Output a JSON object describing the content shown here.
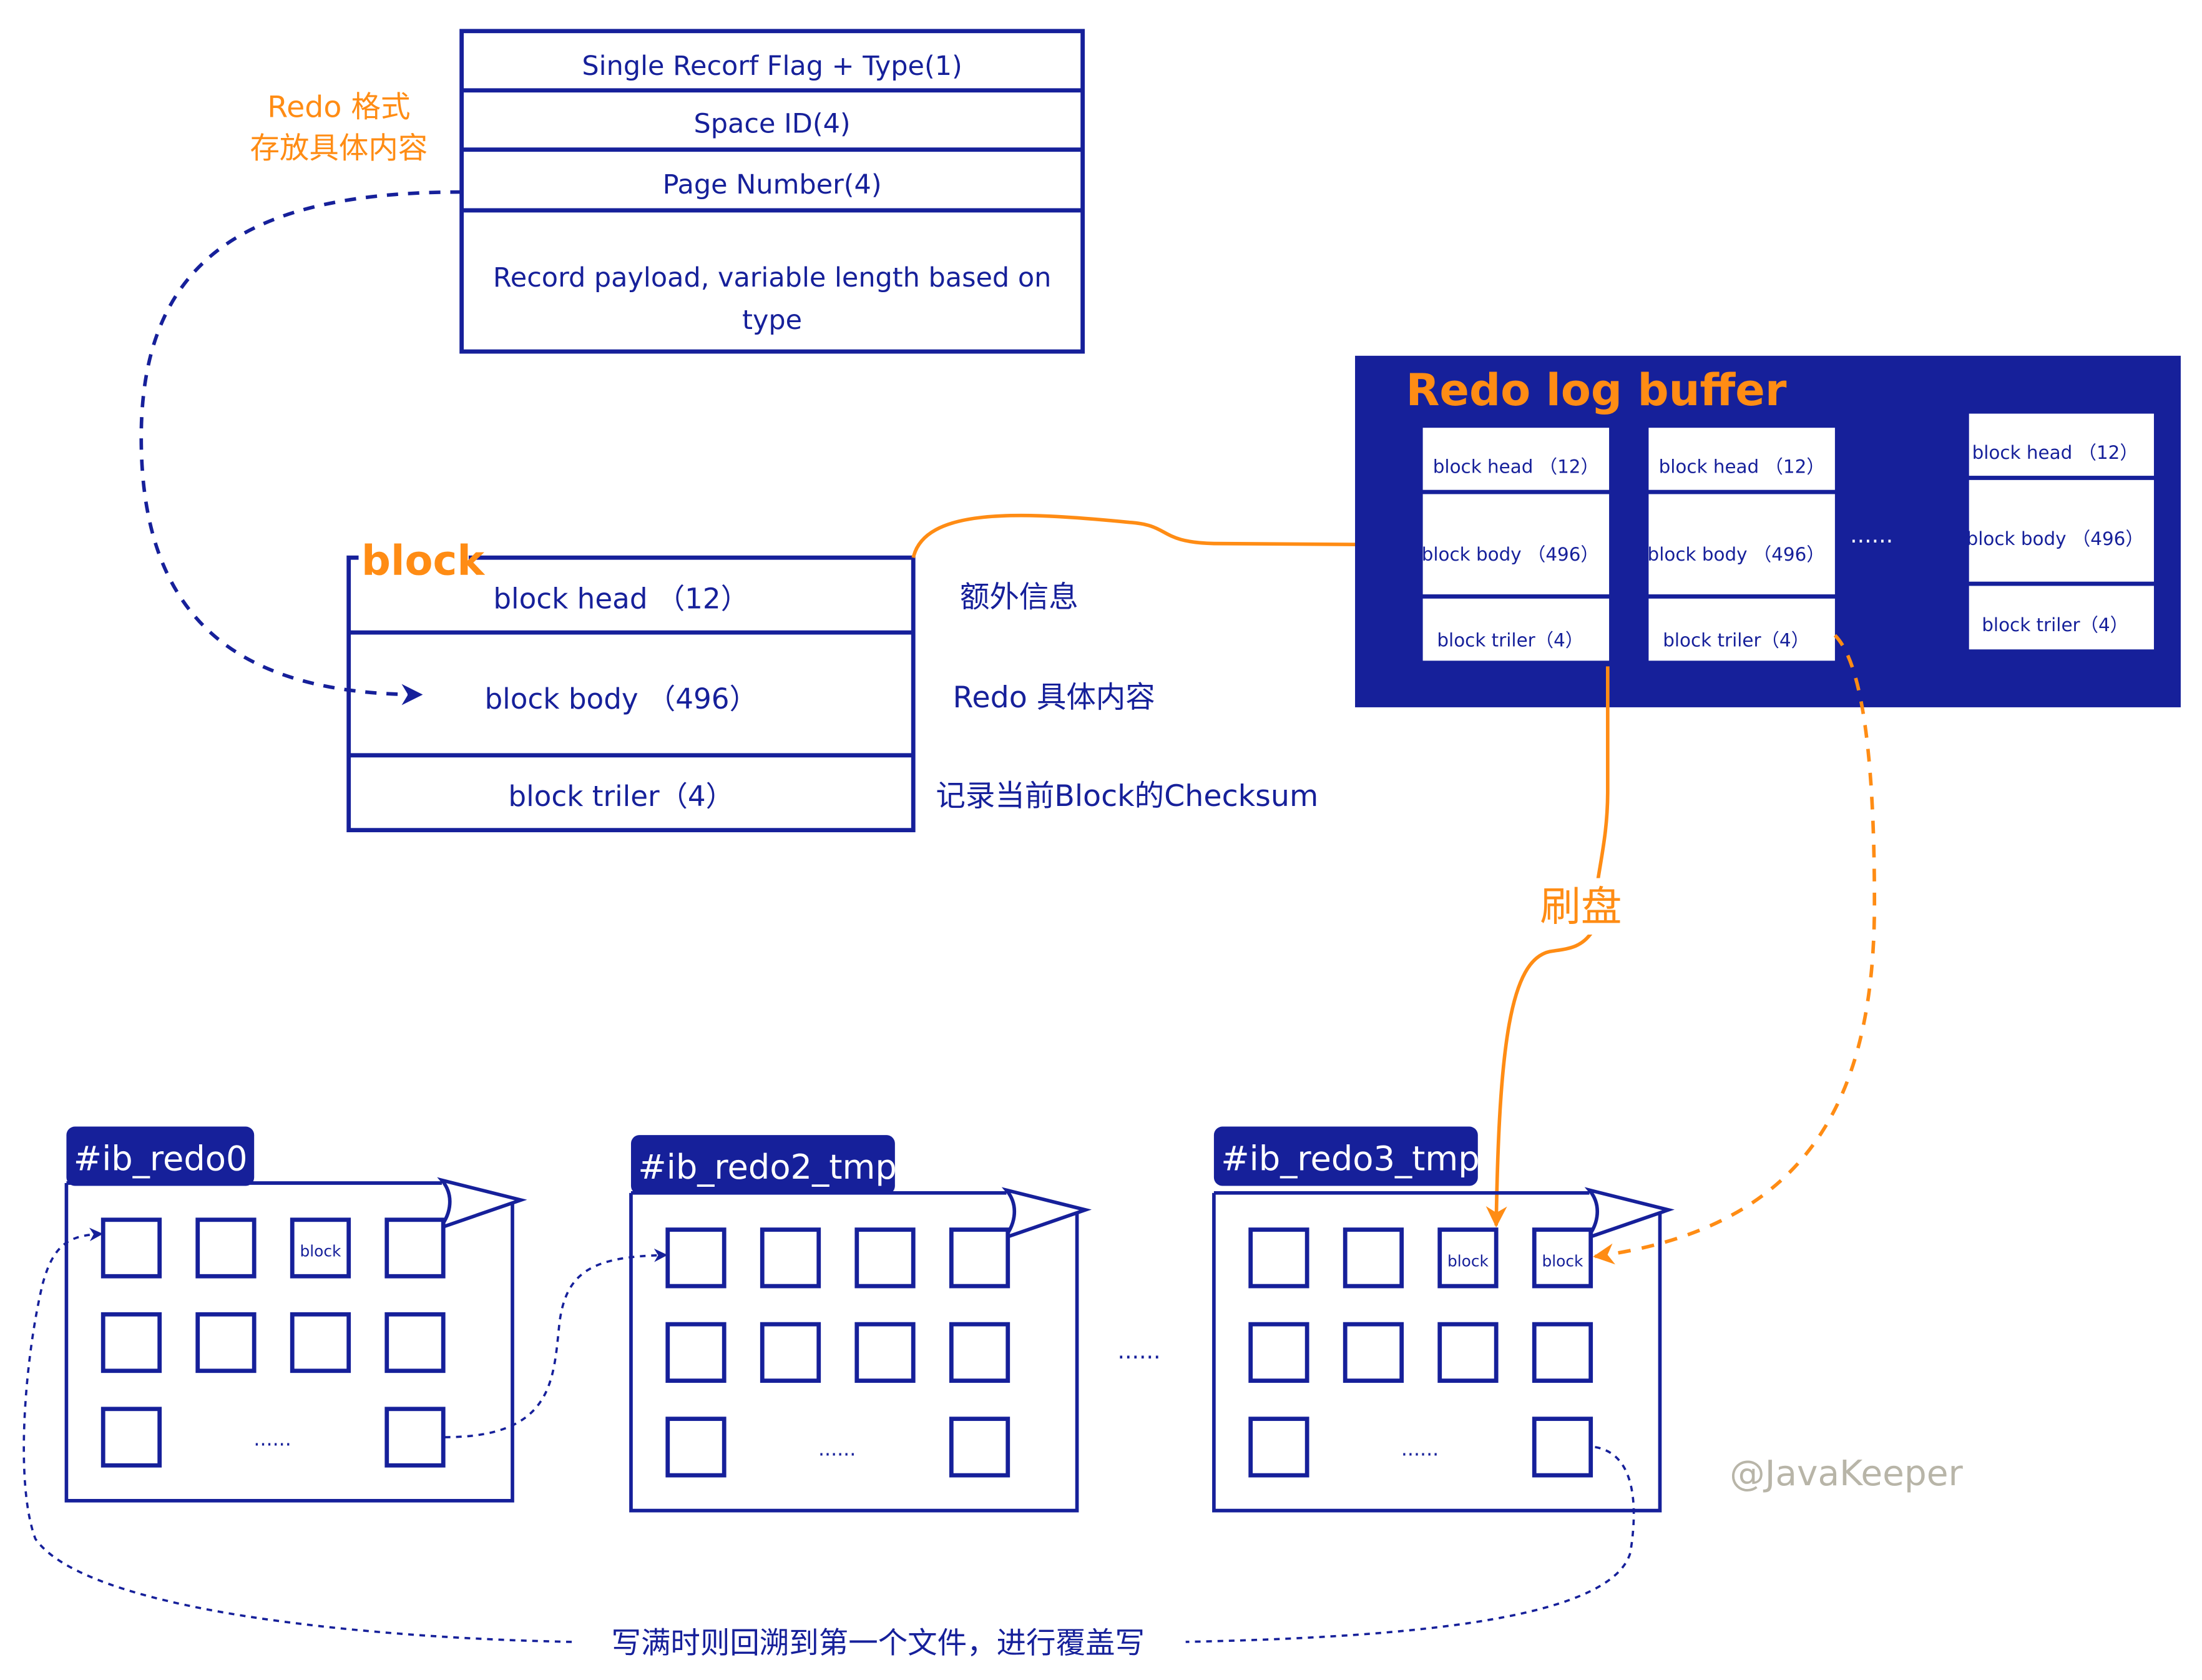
{
  "colors": {
    "navy": "#16209a",
    "orange": "#ff8c14",
    "watermark": "#b8b5a8",
    "background": "#ffffff"
  },
  "redo_format": {
    "annotation_line1": "Redo 格式",
    "annotation_line2": "存放具体内容",
    "rows": [
      "Single Recorf Flag + Type(1)",
      "Space ID(4)",
      "Page Number(4)",
      "Record payload, variable length based on",
      "type"
    ]
  },
  "block": {
    "title": "block",
    "rows": [
      {
        "label": "block head （12）",
        "note": "额外信息"
      },
      {
        "label": "block body （496）",
        "note": "Redo 具体内容"
      },
      {
        "label": "block triler（4）",
        "note": "记录当前Block的Checksum"
      }
    ]
  },
  "redo_log_buffer": {
    "title": "Redo log buffer",
    "ellipsis": "······",
    "blocks": [
      {
        "head": "block head （12）",
        "body": "block body （496）",
        "trailer": "block triler（4）"
      },
      {
        "head": "block head （12）",
        "body": "block body （496）",
        "trailer": "block triler（4）"
      },
      {
        "head": "block head （12）",
        "body": "block body （496）",
        "trailer": "block triler（4）"
      }
    ]
  },
  "flush_label": "刷盘",
  "files": [
    {
      "name": "#ib_redo0",
      "block_label": "block",
      "filled_slots": [
        2
      ],
      "ellipsis": "······"
    },
    {
      "name": "#ib_redo2_tmp",
      "block_label": "",
      "filled_slots": [],
      "ellipsis": "······"
    },
    {
      "name": "#ib_redo3_tmp",
      "block_label": "block",
      "filled_slots": [
        2,
        3
      ],
      "ellipsis": "······"
    }
  ],
  "files_ellipsis": "······",
  "wrap_note": "写满时则回溯到第一个文件，进行覆盖写",
  "watermark": "@JavaKeeper"
}
